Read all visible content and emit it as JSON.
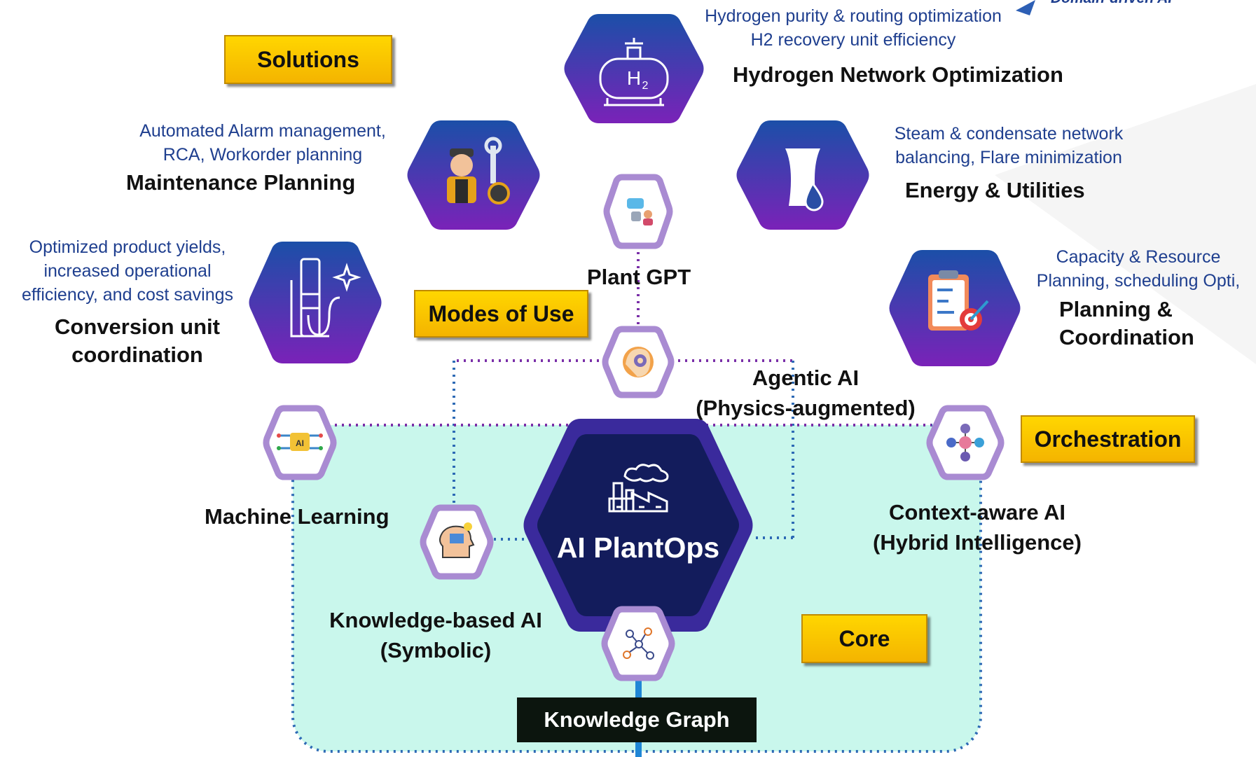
{
  "header_fragment": "Domain-driven AI",
  "tags": {
    "solutions": "Solutions",
    "modes_of_use": "Modes of Use",
    "orchestration": "Orchestration",
    "core": "Core"
  },
  "solutions": {
    "hydrogen": {
      "desc": [
        "Hydrogen purity & routing optimization",
        "H2 recovery unit efficiency"
      ],
      "title": "Hydrogen Network Optimization",
      "icon": "hydrogen-tank-icon"
    },
    "maintenance": {
      "desc": [
        "Automated Alarm management,",
        "RCA, Workorder planning"
      ],
      "title": "Maintenance Planning",
      "icon": "mechanic-icon"
    },
    "energy": {
      "desc": [
        "Steam & condensate network",
        "balancing, Flare minimization"
      ],
      "title": "Energy & Utilities",
      "icon": "cooling-tower-icon"
    },
    "conversion": {
      "desc": [
        "Optimized product yields,",
        "increased operational",
        "efficiency, and cost savings"
      ],
      "title": [
        "Conversion unit",
        "coordination"
      ],
      "icon": "distillation-icon"
    },
    "planning": {
      "desc": [
        "Capacity & Resource",
        "Planning, scheduling Opti,"
      ],
      "title": [
        "Planning &",
        "Coordination"
      ],
      "icon": "clipboard-target-icon"
    }
  },
  "modes": {
    "plant_gpt": {
      "label": "Plant GPT",
      "icon": "chat-bot-icon"
    },
    "agentic": {
      "label": [
        "Agentic AI",
        "(Physics-augmented)"
      ],
      "icon": "brain-gear-icon"
    }
  },
  "core": {
    "center_label": "AI PlantOps",
    "center_icon": "factory-icon",
    "machine_learning": {
      "label": "Machine Learning",
      "icon": "ai-chip-icon"
    },
    "knowledge_based": {
      "label": [
        "Knowledge-based AI",
        "(Symbolic)"
      ],
      "icon": "head-book-icon"
    },
    "context_aware": {
      "label": [
        "Context-aware AI",
        "(Hybrid Intelligence)"
      ],
      "icon": "network-people-icon"
    },
    "knowledge_graph": {
      "label": "Knowledge Graph",
      "icon": "graph-nodes-icon"
    }
  },
  "colors": {
    "hex_gradient_top": "#1b4fa8",
    "hex_gradient_bottom": "#7a22b8",
    "core_hex_dark": "#131c5c",
    "core_hex_border": "#3a2a9c",
    "small_hex_border": "#a98bd2",
    "core_area_fill": "#c9f7ec",
    "dotted_purple": "#7a2fa8",
    "dotted_blue": "#2d6ab5",
    "tag_yellow": "#ffd600",
    "kg_box": "#0c150e",
    "desc_text": "#1f3f8f"
  }
}
